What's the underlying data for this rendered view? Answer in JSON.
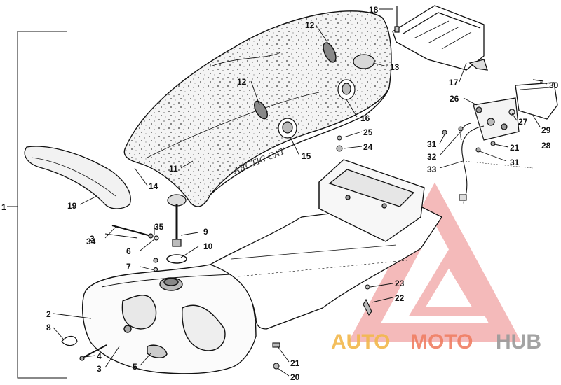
{
  "diagram": {
    "labels": [
      {
        "id": "l1",
        "text": "1"
      },
      {
        "id": "l2",
        "text": "2"
      },
      {
        "id": "l3a",
        "text": "3"
      },
      {
        "id": "l3b",
        "text": "3"
      },
      {
        "id": "l4",
        "text": "4"
      },
      {
        "id": "l5",
        "text": "5"
      },
      {
        "id": "l6",
        "text": "6"
      },
      {
        "id": "l7",
        "text": "7"
      },
      {
        "id": "l8",
        "text": "8"
      },
      {
        "id": "l9",
        "text": "9"
      },
      {
        "id": "l10",
        "text": "10"
      },
      {
        "id": "l11",
        "text": "11"
      },
      {
        "id": "l12a",
        "text": "12"
      },
      {
        "id": "l12b",
        "text": "12"
      },
      {
        "id": "l13",
        "text": "13"
      },
      {
        "id": "l14",
        "text": "14"
      },
      {
        "id": "l15",
        "text": "15"
      },
      {
        "id": "l16",
        "text": "16"
      },
      {
        "id": "l17",
        "text": "17"
      },
      {
        "id": "l18",
        "text": "18"
      },
      {
        "id": "l19",
        "text": "19"
      },
      {
        "id": "l20",
        "text": "20"
      },
      {
        "id": "l21a",
        "text": "21"
      },
      {
        "id": "l21b",
        "text": "21"
      },
      {
        "id": "l22",
        "text": "22"
      },
      {
        "id": "l23",
        "text": "23"
      },
      {
        "id": "l24",
        "text": "24"
      },
      {
        "id": "l25",
        "text": "25"
      },
      {
        "id": "l26",
        "text": "26"
      },
      {
        "id": "l27",
        "text": "27"
      },
      {
        "id": "l28",
        "text": "28"
      },
      {
        "id": "l29",
        "text": "29"
      },
      {
        "id": "l30",
        "text": "30"
      },
      {
        "id": "l31a",
        "text": "31"
      },
      {
        "id": "l31b",
        "text": "31"
      },
      {
        "id": "l32",
        "text": "32"
      },
      {
        "id": "l33",
        "text": "33"
      },
      {
        "id": "l34",
        "text": "34"
      },
      {
        "id": "l35",
        "text": "35"
      }
    ],
    "seal_text": "ARCTIC CAT"
  },
  "watermark": {
    "word_a": "AUTO",
    "word_b": "MOTO",
    "word_c": "HUB",
    "color_a": "#f2b84b",
    "color_b": "#f07f63",
    "color_c": "#9a9a9a",
    "triangle_color": "#f1a4a4"
  },
  "colors": {
    "line": "#111111",
    "background": "#ffffff"
  }
}
